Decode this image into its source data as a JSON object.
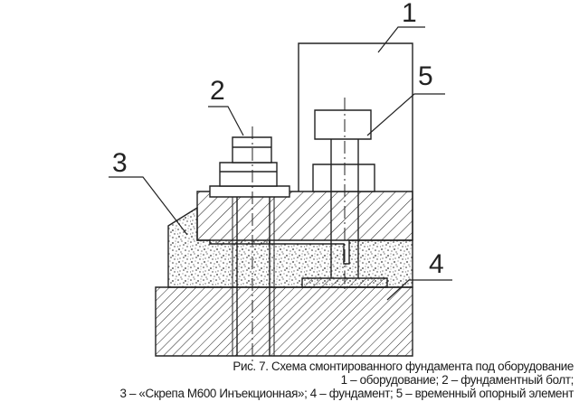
{
  "diagram": {
    "callouts": [
      {
        "id": "1"
      },
      {
        "id": "2"
      },
      {
        "id": "3"
      },
      {
        "id": "4"
      },
      {
        "id": "5"
      }
    ],
    "line_color": "#222222"
  },
  "caption": {
    "title": "Рис. 7. Схема смонтированного фундамента под оборудование",
    "legend_line1": "1 – оборудование; 2 – фундаментный болт;",
    "legend_line2": "3 – «Скрепа М600 Инъекционная»; 4 – фундамент; 5 – временный опорный элемент"
  }
}
